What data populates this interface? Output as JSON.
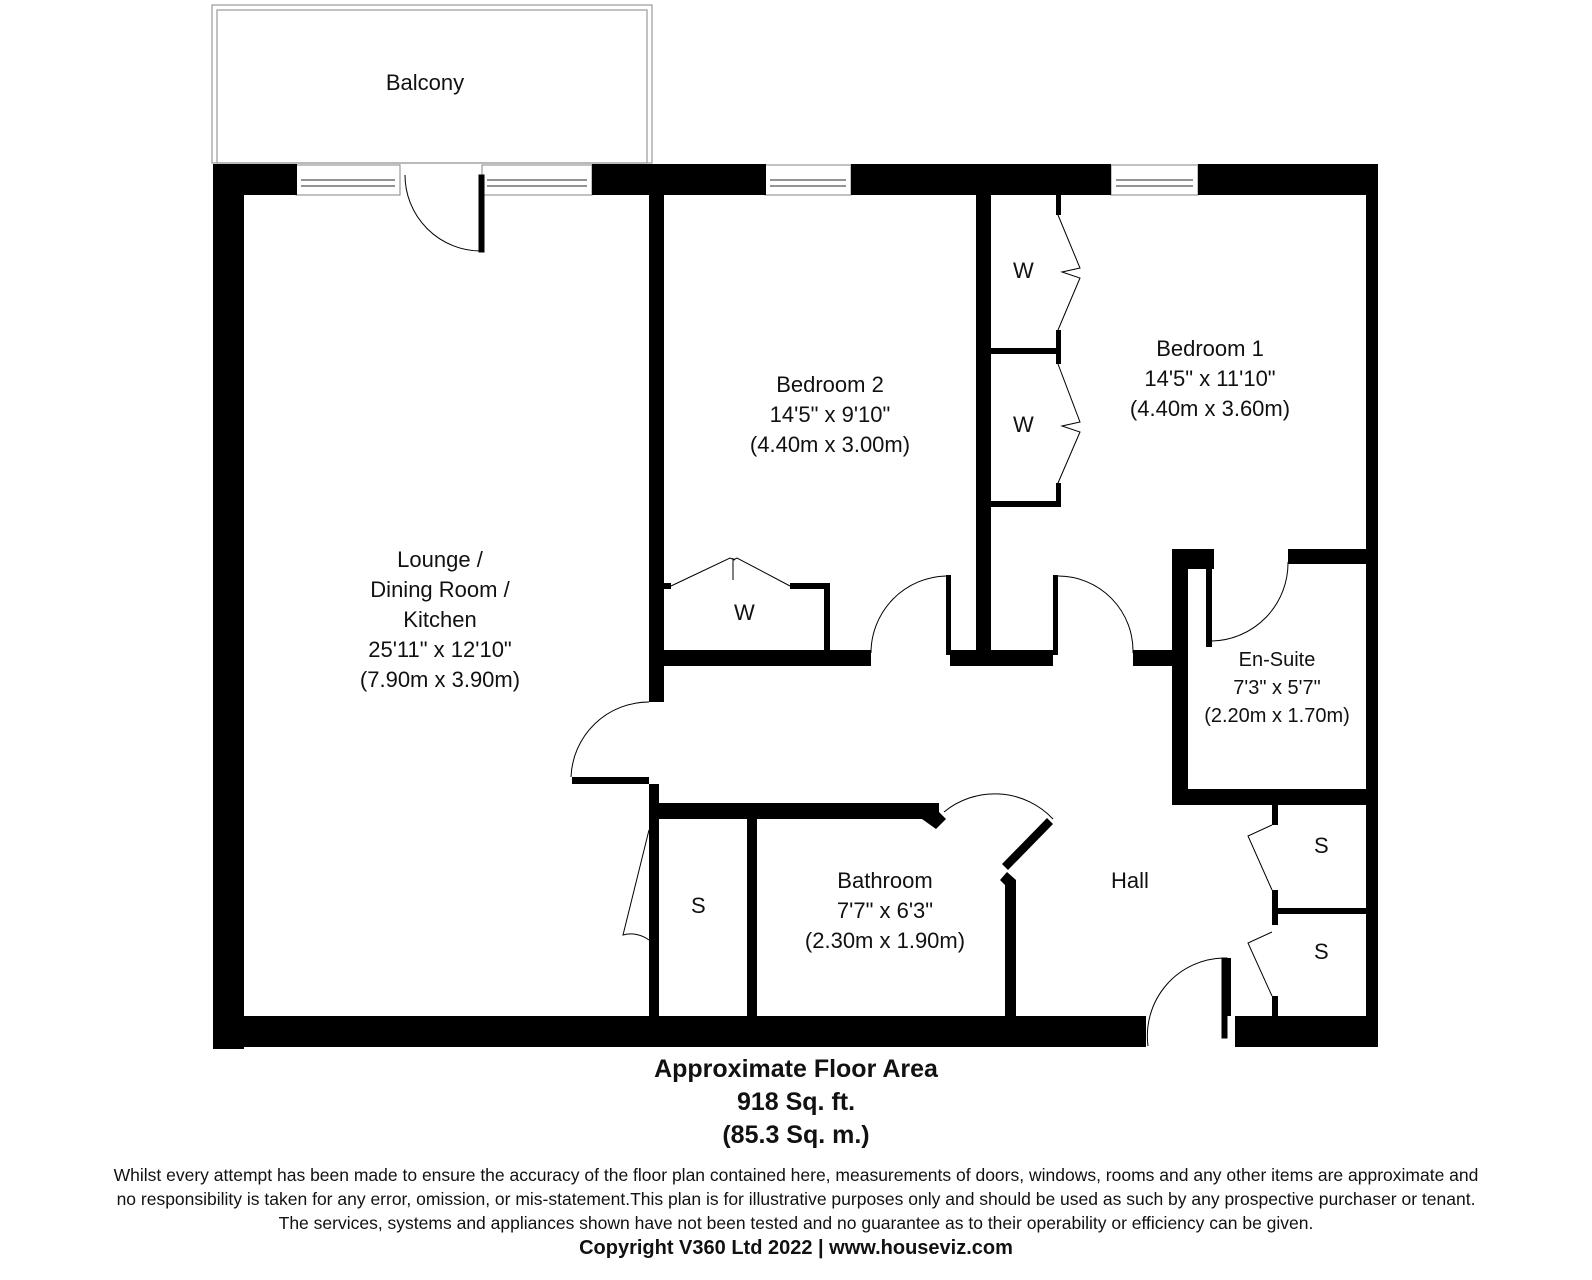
{
  "floor_plan": {
    "rooms": [
      {
        "id": "balcony",
        "name": "Balcony",
        "dims_imperial": "",
        "dims_metric": ""
      },
      {
        "id": "lounge",
        "name_lines": [
          "Lounge /",
          "Dining Room /",
          "Kitchen"
        ],
        "dims_imperial": "25'11\" x 12'10\"",
        "dims_metric": "(7.90m x 3.90m)"
      },
      {
        "id": "bedroom2",
        "name": "Bedroom 2",
        "dims_imperial": "14'5\" x 9'10\"",
        "dims_metric": "(4.40m x 3.00m)"
      },
      {
        "id": "bedroom1",
        "name": "Bedroom 1",
        "dims_imperial": "14'5\" x 11'10\"",
        "dims_metric": "(4.40m x 3.60m)"
      },
      {
        "id": "ensuite",
        "name": "En-Suite",
        "dims_imperial": "7'3\" x 5'7\"",
        "dims_metric": "(2.20m x 1.70m)"
      },
      {
        "id": "bathroom",
        "name": "Bathroom",
        "dims_imperial": "7'7\" x 6'3\"",
        "dims_metric": "(2.30m x 1.90m)"
      },
      {
        "id": "hall",
        "name": "Hall"
      }
    ],
    "storage_labels": {
      "wardrobe": "W",
      "storage": "S"
    },
    "colors": {
      "wall": "#000000",
      "background": "#ffffff",
      "window_frame": "#9a9a9a"
    }
  },
  "area": {
    "title": "Approximate Floor Area",
    "sq_ft": "918 Sq. ft.",
    "sq_m": "(85.3 Sq. m.)"
  },
  "disclaimer": {
    "line1": "Whilst every attempt has been made to ensure the accuracy of the floor plan contained here, measurements of doors, windows, rooms and any other items are approximate and",
    "line2": "no responsibility is taken for any error, omission, or mis-statement.This plan is for illustrative purposes only and should be used as such by any prospective purchaser or tenant.",
    "line3": "The services, systems and appliances shown have not been tested and no guarantee as to their operability or efficiency can be given."
  },
  "copyright": "Copyright V360 Ltd 2022 | www.houseviz.com"
}
